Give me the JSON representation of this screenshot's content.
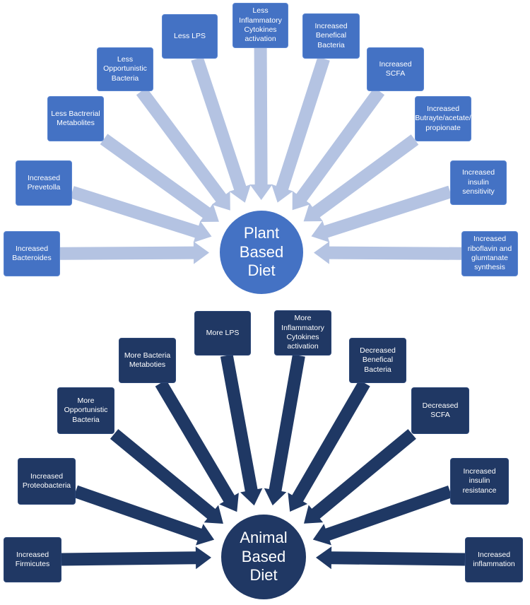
{
  "colors": {
    "plant_box": "#4472c4",
    "plant_arrow": "#b4c3e2",
    "animal_box": "#203864",
    "animal_arrow": "#1f3864",
    "background": "#ffffff"
  },
  "plant": {
    "hub_lines": [
      "Plant",
      "Based",
      "Diet"
    ],
    "effects": [
      "Increased Bacteroides",
      "Increased Prevetolla",
      "Less Bactrerial Metabolites",
      "Less Opportunistic Bacteria",
      "Less LPS",
      "Less Inflammatory Cytokines activation",
      "Increased Benefical Bacteria",
      "Increased SCFA",
      "Increased Butrayte/acetate/ propionate",
      "Increased insulin sensitivity",
      "Increased riboflavin and glumtanate synthesis"
    ]
  },
  "animal": {
    "hub_lines": [
      "Animal",
      "Based",
      "Diet"
    ],
    "effects": [
      "Increased Firmicutes",
      "Increased Proteobacteria",
      "More Opportunistic Bacteria",
      "More Bacteria Metaboties",
      "More LPS",
      "More Inflammatory Cytokines activation",
      "Decreased Benefical Bacteria",
      "Decreased SCFA",
      "Increased insulin resistance",
      "Increased inflammation"
    ]
  }
}
